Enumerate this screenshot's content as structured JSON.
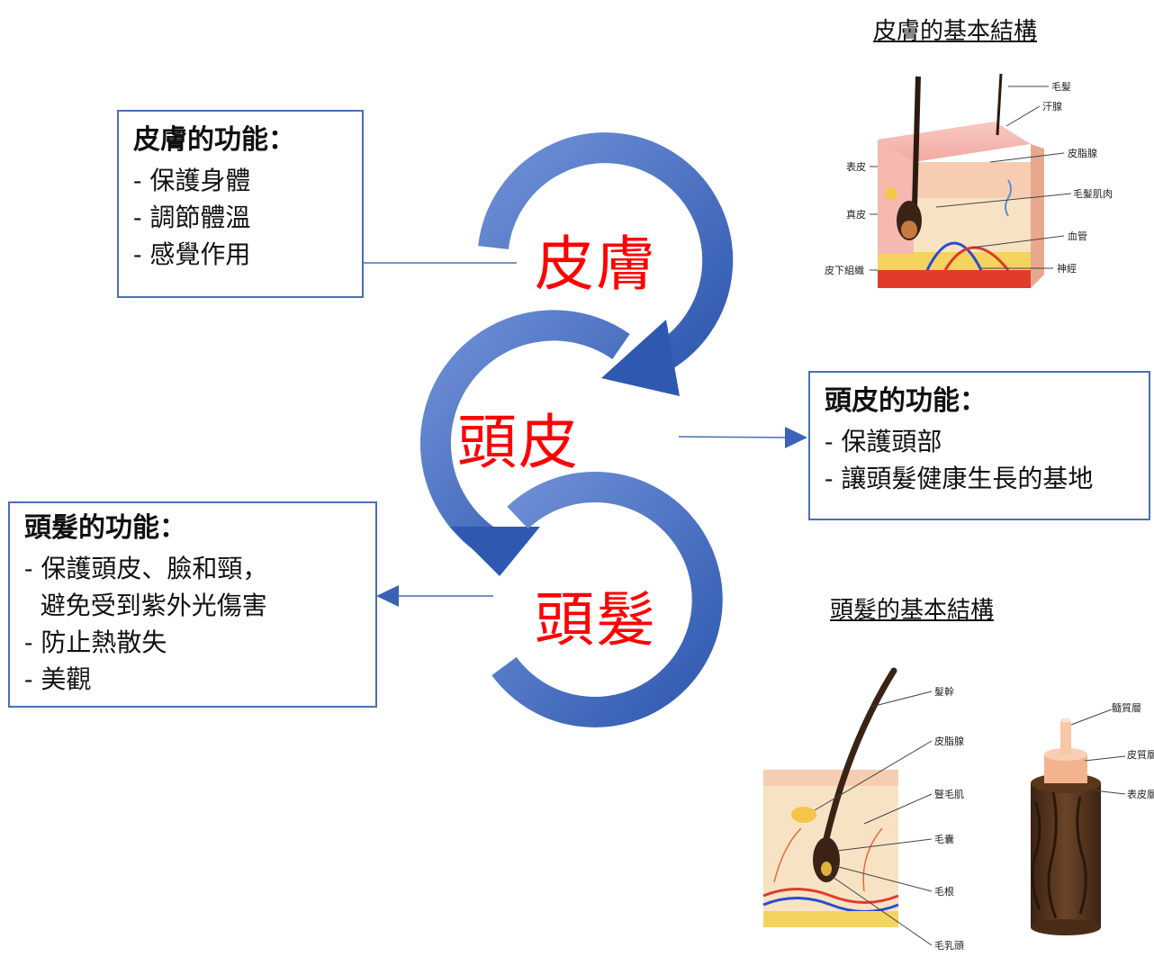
{
  "cycle": {
    "labels": [
      "皮膚",
      "頭皮",
      "頭髮"
    ],
    "arrow_color": "#3a63b8",
    "label_color": "#ff0000"
  },
  "skin_box": {
    "title": "皮膚的功能：",
    "items": [
      "- 保護身體",
      "- 調節體溫",
      "- 感覺作用"
    ]
  },
  "scalp_box": {
    "title": "頭皮的功能：",
    "items": [
      "- 保護頭部",
      "- 讓頭髮健康生長的基地"
    ]
  },
  "hair_box": {
    "title": "頭髮的功能：",
    "items": [
      "- 保護頭皮、臉和頸，",
      "  避免受到紫外光傷害",
      "- 防止熱散失",
      "- 美觀"
    ]
  },
  "headings": {
    "skin_structure": "皮膚的基本結構",
    "hair_structure": "頭髮的基本結構"
  },
  "skin_diagram_labels": [
    "毛髮",
    "汗腺",
    "皮脂腺",
    "毛髮肌肉",
    "血管",
    "神經",
    "表皮",
    "真皮",
    "皮下組織"
  ],
  "hair_diagram_labels": [
    "髮幹",
    "皮脂腺",
    "豎毛肌",
    "毛囊",
    "毛根",
    "毛乳頭"
  ],
  "hair_shaft_labels": [
    "髓質層",
    "皮質層",
    "表皮層"
  ]
}
